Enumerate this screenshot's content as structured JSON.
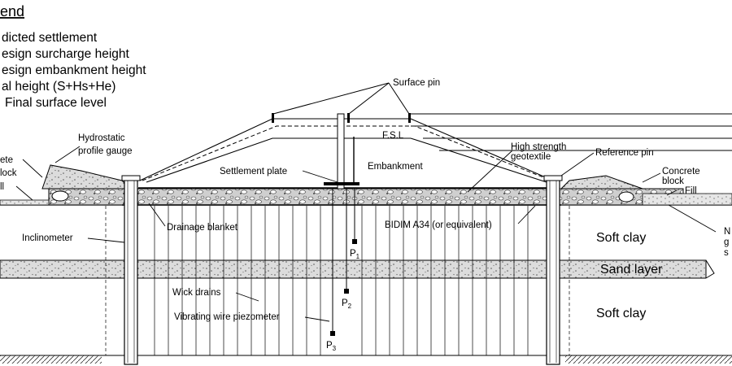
{
  "legend": {
    "title": "end",
    "items": [
      "dicted settlement",
      "esign surcharge height",
      "esign embankment height",
      "al height (S+Hs+He)",
      "Final surface level"
    ]
  },
  "labels": {
    "surface_pin": "Surface pin",
    "hydrostatic_line1": "Hydrostatic",
    "hydrostatic_line2": "profile gauge",
    "concrete_left_line1": "ete",
    "concrete_left_line2": "lock",
    "fill_left": "ll",
    "fsl": "F.S.L",
    "high_strength_line1": "High strength",
    "high_strength_line2": "geotextile",
    "reference_pin": "Reference pin",
    "concrete_right_line1": "Concrete",
    "concrete_right_line2": "block",
    "fill_right": "Fill",
    "settlement_plate": "Settlement plate",
    "embankment": "Embankment",
    "drainage_blanket": "Drainage blanket",
    "bidim": "BIDIM A34 (or equivalent)",
    "inclinometer": "Inclinometer",
    "soft_clay_upper": "Soft clay",
    "sand_layer": "Sand layer",
    "soft_clay_lower": "Soft clay",
    "wick_drains": "Wick drains",
    "vibrating_wire": "Vibrating wire piezometer",
    "right_edge_line1": "N",
    "right_edge_line2": "g",
    "right_edge_line3": "s"
  },
  "piezometers": [
    {
      "letter": "P",
      "index": "1"
    },
    {
      "letter": "P",
      "index": "2"
    },
    {
      "letter": "P",
      "index": "3"
    }
  ]
}
